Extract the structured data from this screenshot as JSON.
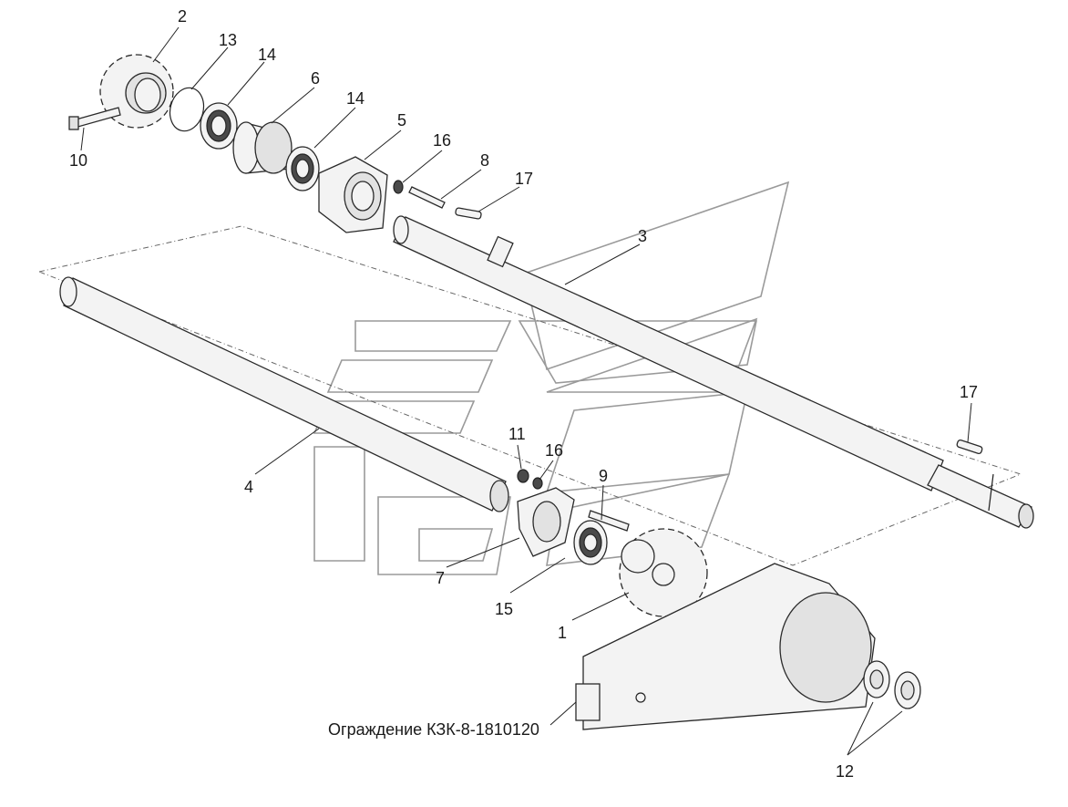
{
  "callouts": [
    {
      "id": "c2",
      "text": "2"
    },
    {
      "id": "c13",
      "text": "13"
    },
    {
      "id": "c14a",
      "text": "14"
    },
    {
      "id": "c6",
      "text": "6"
    },
    {
      "id": "c14b",
      "text": "14"
    },
    {
      "id": "c5",
      "text": "5"
    },
    {
      "id": "c16a",
      "text": "16"
    },
    {
      "id": "c8",
      "text": "8"
    },
    {
      "id": "c17a",
      "text": "17"
    },
    {
      "id": "c10",
      "text": "10"
    },
    {
      "id": "c3",
      "text": "3"
    },
    {
      "id": "c17b",
      "text": "17"
    },
    {
      "id": "c4",
      "text": "4"
    },
    {
      "id": "c11",
      "text": "11"
    },
    {
      "id": "c16b",
      "text": "16"
    },
    {
      "id": "c9",
      "text": "9"
    },
    {
      "id": "c7",
      "text": "7"
    },
    {
      "id": "c15",
      "text": "15"
    },
    {
      "id": "c1",
      "text": "1"
    },
    {
      "id": "c12",
      "text": "12"
    }
  ],
  "guard_label": "Ограждение КЗК-8-1810120"
}
